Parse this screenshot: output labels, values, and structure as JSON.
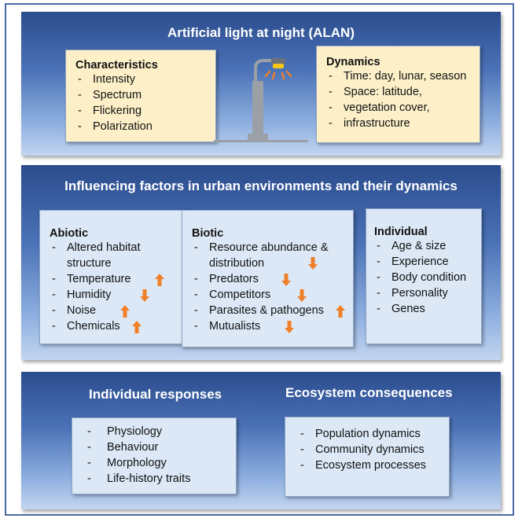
{
  "alan": {
    "title": "Artificial light at night (ALAN)",
    "characteristics": {
      "heading": "Characteristics",
      "items": [
        "Intensity",
        "Spectrum",
        "Flickering",
        "Polarization"
      ]
    },
    "dynamics": {
      "heading": "Dynamics",
      "items": [
        "Time: day, lunar, season",
        "Space: latitude,",
        "vegetation cover,",
        "infrastructure"
      ]
    }
  },
  "factors": {
    "title": "Influencing factors in urban environments and their dynamics",
    "abiotic": {
      "heading": "Abiotic",
      "items": [
        {
          "text": "Altered habitat",
          "text2": "structure",
          "trend": ""
        },
        {
          "text": "Temperature",
          "trend": "up"
        },
        {
          "text": "Humidity",
          "trend": "down"
        },
        {
          "text": "Noise",
          "trend": "up"
        },
        {
          "text": "Chemicals",
          "trend": "up"
        }
      ]
    },
    "biotic": {
      "heading": "Biotic",
      "items": [
        {
          "text": "Resource abundance &",
          "text2": "distribution",
          "trend": "down"
        },
        {
          "text": "Predators",
          "trend": "down"
        },
        {
          "text": "Competitors",
          "trend": "down"
        },
        {
          "text": "Parasites & pathogens",
          "trend": "up"
        },
        {
          "text": "Mutualists",
          "trend": "down"
        }
      ]
    },
    "individual": {
      "heading": "Individual",
      "items": [
        "Age & size",
        "Experience",
        "Body condition",
        "Personality",
        "Genes"
      ]
    }
  },
  "outcomes": {
    "responses": {
      "title": "Individual responses",
      "items": [
        "Physiology",
        "Behaviour",
        "Morphology",
        "Life-history traits"
      ]
    },
    "ecosystem": {
      "title": "Ecosystem consequences",
      "items": [
        "Population dynamics",
        "Community dynamics",
        "Ecosystem processes"
      ]
    }
  },
  "colors": {
    "arrow": "#f07f2a",
    "lamp_light": "#f5c518",
    "lamp_pole": "#9aa0a6"
  },
  "icons": {
    "lamp": "street-lamp-icon",
    "up": "up-arrow-icon",
    "down": "down-arrow-icon"
  }
}
